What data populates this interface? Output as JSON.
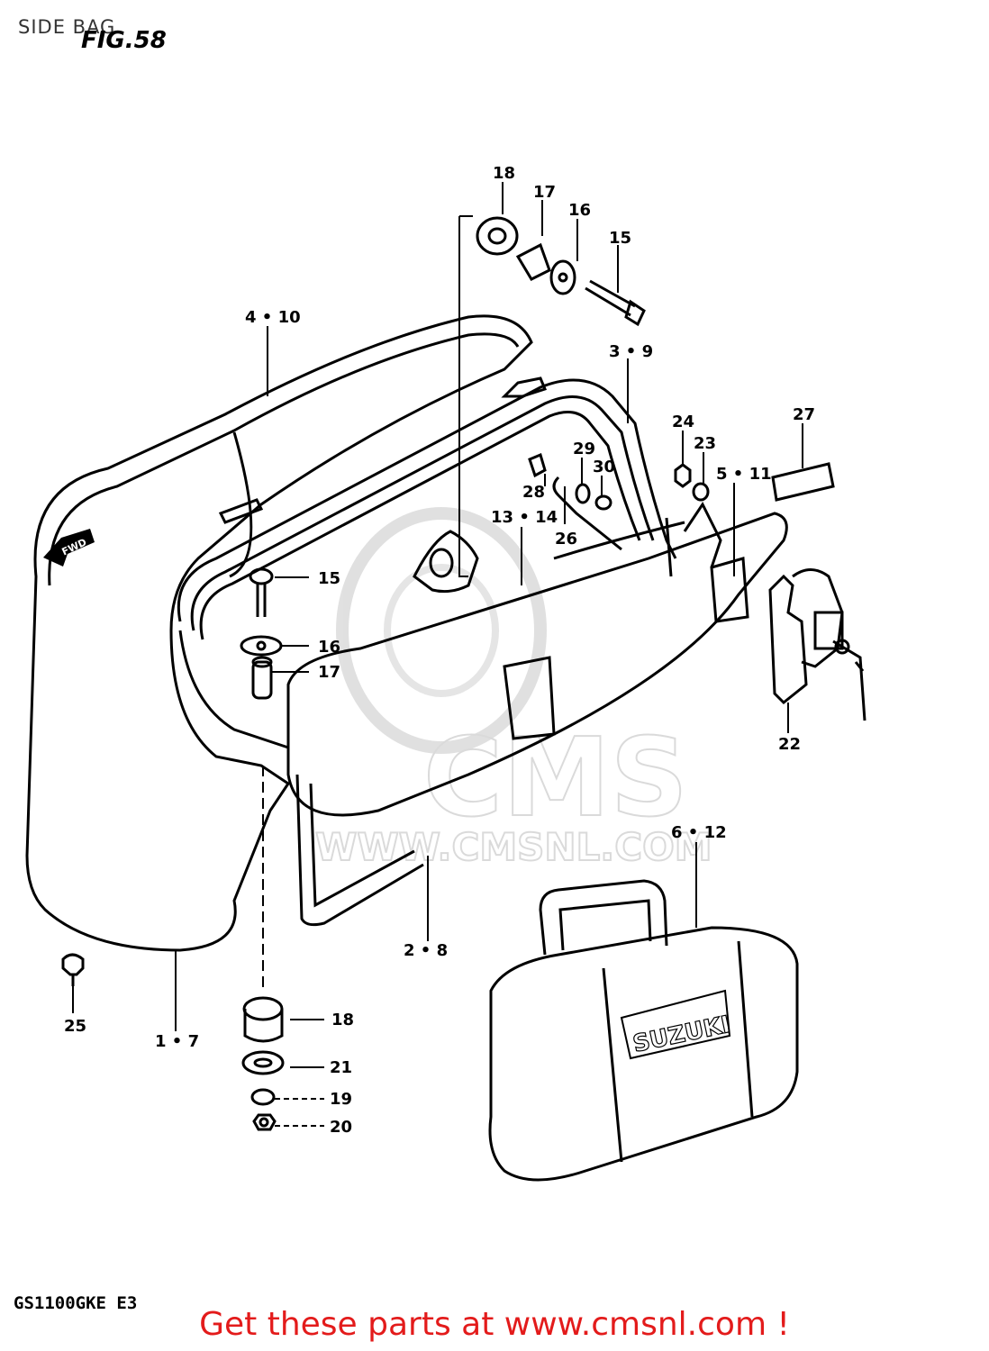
{
  "page_title": "SIDE BAG",
  "figure_title": "FIG.58",
  "model_code": "GS1100GKE E3",
  "promo_text": "Get these parts at www.cmsnl.com !",
  "watermark": {
    "logo_text": "CMS",
    "url_text": "WWW.CMSNL.COM"
  },
  "bag_brand_text": "SUZUKI",
  "direction_marker": "FWD",
  "callouts": [
    {
      "id": "c18a",
      "text": "18"
    },
    {
      "id": "c17a",
      "text": "17"
    },
    {
      "id": "c16a",
      "text": "16"
    },
    {
      "id": "c15a",
      "text": "15"
    },
    {
      "id": "c4-10",
      "text": "4 • 10"
    },
    {
      "id": "c3-9",
      "text": "3 • 9"
    },
    {
      "id": "c24",
      "text": "24"
    },
    {
      "id": "c23",
      "text": "23"
    },
    {
      "id": "c27",
      "text": "27"
    },
    {
      "id": "c29",
      "text": "29"
    },
    {
      "id": "c30",
      "text": "30"
    },
    {
      "id": "c28",
      "text": "28"
    },
    {
      "id": "c5-11",
      "text": "5 • 11"
    },
    {
      "id": "c13-14",
      "text": "13 • 14"
    },
    {
      "id": "c26",
      "text": "26"
    },
    {
      "id": "c15b",
      "text": "15"
    },
    {
      "id": "c16b",
      "text": "16"
    },
    {
      "id": "c17b",
      "text": "17"
    },
    {
      "id": "c22",
      "text": "22"
    },
    {
      "id": "c6-12",
      "text": "6 • 12"
    },
    {
      "id": "c2-8",
      "text": "2 • 8"
    },
    {
      "id": "c25",
      "text": "25"
    },
    {
      "id": "c1-7",
      "text": "1 • 7"
    },
    {
      "id": "c18b",
      "text": "18"
    },
    {
      "id": "c21",
      "text": "21"
    },
    {
      "id": "c19",
      "text": "19"
    },
    {
      "id": "c20",
      "text": "20"
    }
  ]
}
